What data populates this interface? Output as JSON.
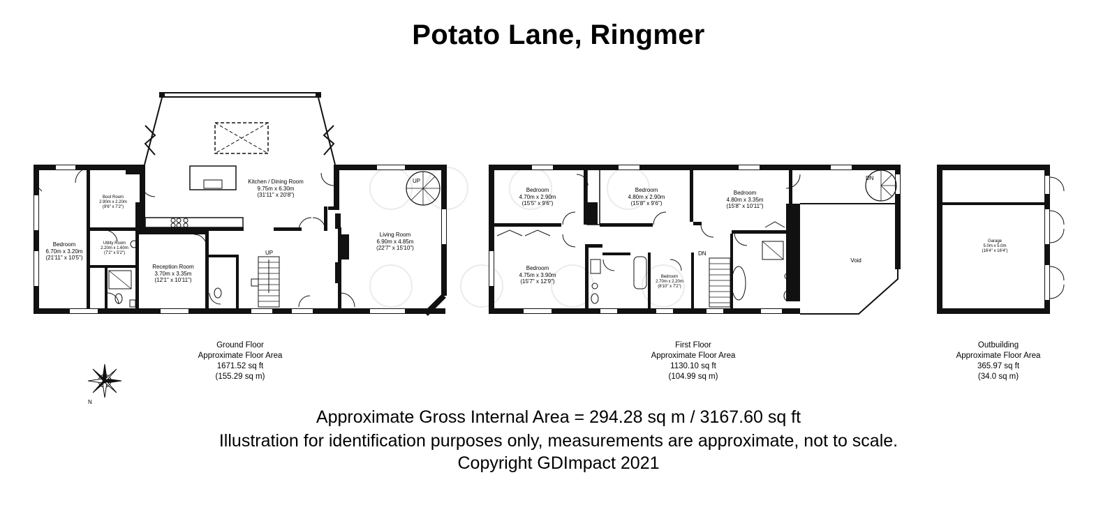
{
  "title": "Potato Lane, Ringmer",
  "floors": {
    "ground": {
      "name": "Ground Floor",
      "area_label": "Approximate Floor Area",
      "sqft": "1671.52 sq ft",
      "sqm": "(155.29 sq m)",
      "rooms": {
        "bedroom": {
          "name": "Bedroom",
          "metric": "6.70m x 3.20m",
          "imperial": "(21'11\" x 10'5\")"
        },
        "boot_room": {
          "name": "Boot Room",
          "metric": "2.90m x 2.20m",
          "imperial": "(9'6\" x 7'2\")"
        },
        "utility_room": {
          "name": "Utility Room",
          "metric": "2.20m x 1.60m",
          "imperial": "(7'2\" x 5'2\")"
        },
        "reception_room": {
          "name": "Reception Room",
          "metric": "3.70m x 3.35m",
          "imperial": "(12'1\" x 10'11\")"
        },
        "kitchen": {
          "name": "Kitchen / Dining Room",
          "metric": "9.75m x 6.30m",
          "imperial": "(31'11\" x 20'8\")"
        },
        "living_room": {
          "name": "Living Room",
          "metric": "6.90m x 4.85m",
          "imperial": "(22'7\" x 15'10\")"
        }
      },
      "stair_up_1": "UP",
      "stair_up_2": "UP"
    },
    "first": {
      "name": "First Floor",
      "area_label": "Approximate Floor Area",
      "sqft": "1130.10 sq ft",
      "sqm": "(104.99 sq m)",
      "rooms": {
        "bedroom_1": {
          "name": "Bedroom",
          "metric": "4.70m x 2.90m",
          "imperial": "(15'5\" x 9'6\")"
        },
        "bedroom_2": {
          "name": "Bedroom",
          "metric": "4.80m x 2.90m",
          "imperial": "(15'8\" x 9'6\")"
        },
        "bedroom_3": {
          "name": "Bedroom",
          "metric": "4.80m x 3.35m",
          "imperial": "(15'8\" x 10'11\")"
        },
        "bedroom_4": {
          "name": "Bedroom",
          "metric": "4.75m x 3.90m",
          "imperial": "(15'7\" x 12'9\")"
        },
        "bedroom_5": {
          "name": "Bedroom",
          "metric": "2.70m x 2.20m",
          "imperial": "(8'10\" x 7'2\")"
        },
        "void": {
          "name": "Void"
        }
      },
      "stair_dn_1": "DN",
      "stair_dn_2": "DN"
    },
    "outbuilding": {
      "name": "Outbuilding",
      "area_label": "Approximate Floor Area",
      "sqft": "365.97 sq ft",
      "sqm": "(34.0 sq m)",
      "rooms": {
        "garage": {
          "name": "Garage",
          "metric": "5.0m x 5.0m",
          "imperial": "(16'4\" x 16'4\")"
        }
      }
    }
  },
  "compass": {
    "north": "N"
  },
  "footer": {
    "gross_area": "Approximate Gross Internal Area = 294.28 sq m / 3167.60 sq ft",
    "disclaimer": "Illustration for identification purposes only, measurements are approximate, not to scale.",
    "copyright": "Copyright GDImpact 2021"
  },
  "colors": {
    "wall": "#111111",
    "window": "#ffffff",
    "fixture": "#333333",
    "watermark": "#e9e9e9"
  }
}
